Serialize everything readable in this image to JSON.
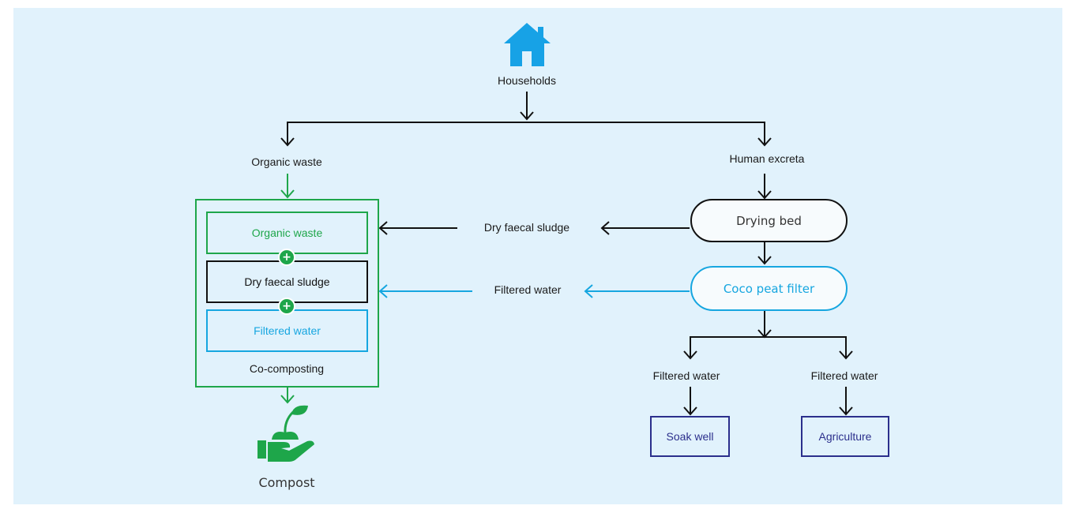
{
  "colors": {
    "background": "#e1f2fc",
    "black": "#111111",
    "green": "#1ea64a",
    "blue": "#16a6e0",
    "navy": "#2b2f8c",
    "house": "#17a2e6"
  },
  "icons": {
    "source": "house-icon",
    "output": "plant-in-hand-icon",
    "join": "plus-icon"
  },
  "nodes": {
    "households": "Households",
    "organic_waste": "Organic waste",
    "human_excreta": "Human excreta",
    "drying_bed": "Drying bed",
    "coco_peat_filter": "Coco peat filter",
    "soak_well": "Soak well",
    "agriculture": "Agriculture",
    "compost": "Compost"
  },
  "co_composting": {
    "title": "Co-composting",
    "inputs": [
      "Organic waste",
      "Dry faecal sludge",
      "Filtered water"
    ],
    "join_symbol": "+"
  },
  "flow_labels": {
    "dry_faecal_sludge": "Dry faecal sludge",
    "filtered_water_left": "Filtered water",
    "filtered_water_soak": "Filtered water",
    "filtered_water_agri": "Filtered water"
  }
}
